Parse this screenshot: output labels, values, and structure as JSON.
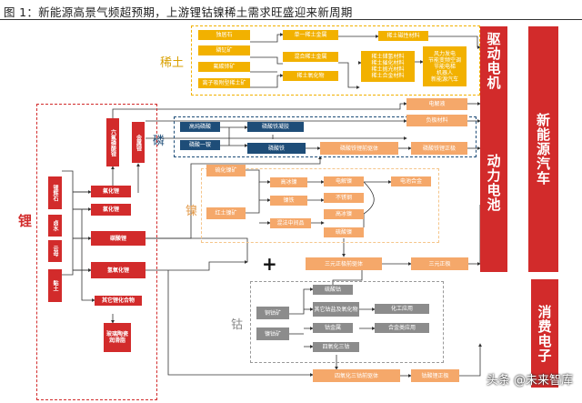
{
  "figure": {
    "title": "图 1：新能源高景气频超预期，上游锂钴镍稀土需求旺盛迎来新周期"
  },
  "group_labels": {
    "rare_earth": "稀土",
    "phosphorus": "磷",
    "lithium": "锂",
    "nickel": "镍",
    "cobalt": "钴",
    "plus": "+"
  },
  "rare_earth": {
    "ores": [
      "独居石",
      "磷钇矿",
      "氟碳铈矿",
      "离子吸附型稀土矿"
    ],
    "mid": [
      "单一稀土金属",
      "混合稀土金属",
      "稀土氧化物"
    ],
    "right": [
      "稀土磁性材料",
      "稀土储氢材料",
      "稀土催化材料",
      "稀土抛光材料",
      "稀土合金材料"
    ],
    "apps": [
      "风力发电",
      "节能变频空调",
      "节能电梯",
      "机器人",
      "新能源汽车"
    ]
  },
  "phosphorus": {
    "a1": "高纯磷酸",
    "a2": "磷酸一铵",
    "b1": "磷酸铁凝胶",
    "b2": "磷酸铁",
    "precursor": "磷酸铁锂前驱体",
    "cathode": "磷酸铁锂正极"
  },
  "lithium": {
    "ores": [
      "锂辉石",
      "卤水",
      "云母",
      "黏土"
    ],
    "products": [
      "氟化锂",
      "氯化锂",
      "碳酸锂",
      "氢氧化锂",
      "其它锂化合物"
    ],
    "lipf6": "六氟磷酸锂",
    "metal": "金属锂",
    "other_apps": "玻璃陶瓷润滑脂",
    "electrolyte": "电解液",
    "anode": "负极材料"
  },
  "nickel": {
    "ores": [
      "硫化镍矿",
      "红土镍矿"
    ],
    "mid": [
      "高冰镍",
      "镍铁",
      "混法中间品"
    ],
    "right": [
      "电解镍",
      "不锈钢",
      "高冰镍",
      "硫酸镍"
    ],
    "alloy": "电池合金"
  },
  "ternary": {
    "precursor": "三元正极前驱体",
    "cathode": "三元正极"
  },
  "cobalt": {
    "ores": [
      "铜钴矿",
      "镍钴矿"
    ],
    "mid": [
      "硫酸钴",
      "其它钴盐及氧化物",
      "钴金属",
      "四氧化三钴"
    ],
    "apps": [
      "化工应用",
      "合金类应用"
    ],
    "precursor": "四氧化三钴前驱体",
    "cathode": "钴酸锂正极"
  },
  "targets": {
    "motor": "驱动电机",
    "battery": "动力电池",
    "nev": "新能源汽车",
    "consumer": "消费电子"
  },
  "watermark": "头条 @未来智库"
}
